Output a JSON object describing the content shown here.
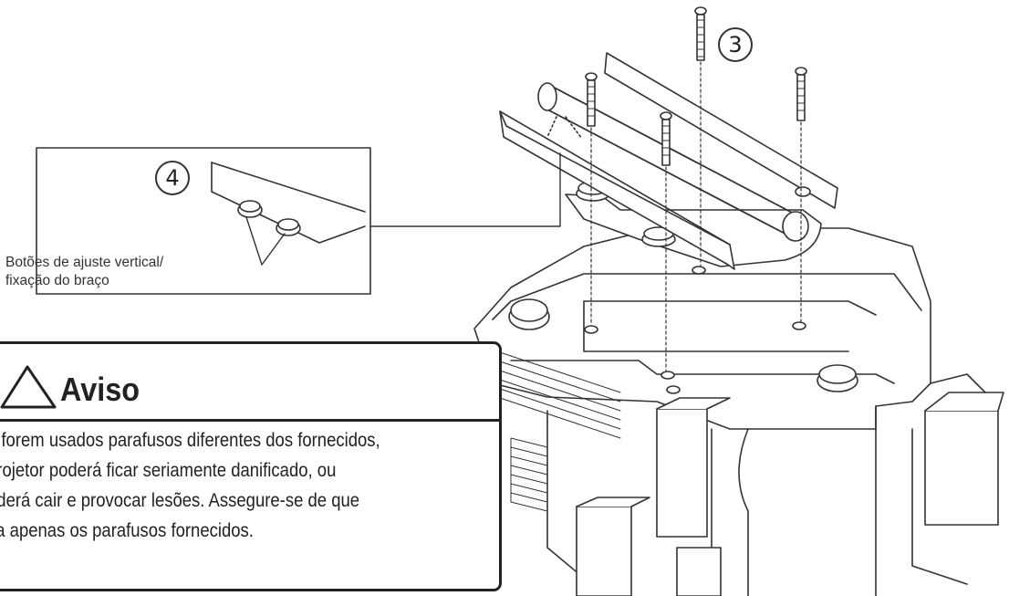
{
  "callouts": {
    "step3": "3",
    "step4": "4",
    "detail_label_line1": "Botões de ajuste vertical/",
    "detail_label_line2": "fixação do braço"
  },
  "warning": {
    "icon": "warning-triangle-icon",
    "title": "Aviso",
    "lines": [
      "e forem usados parafusos diferentes dos fornecidos,",
      " projetor poderá ficar seriamente danificado, ou",
      "oderá cair e  provocar lesões. Assegure-se  de que",
      "sa apenas os parafusos fornecidos."
    ]
  }
}
